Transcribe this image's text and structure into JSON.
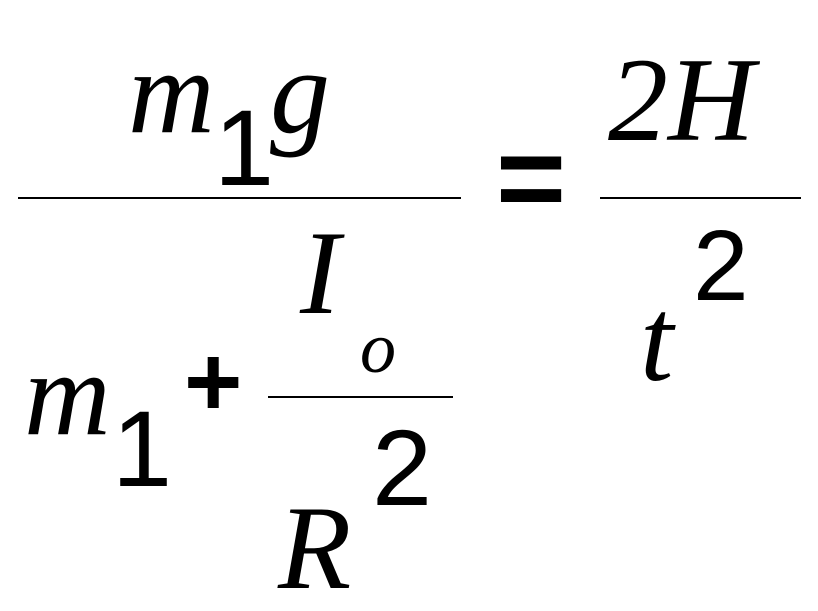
{
  "equation": {
    "left": {
      "numerator": {
        "m": "m",
        "m_sub": "1",
        "g": "g"
      },
      "denominator": {
        "m": "m",
        "m_sub": "1",
        "plus": "+",
        "inner_fraction": {
          "numerator": {
            "I": "I",
            "I_sub": "o"
          },
          "denominator": {
            "R": "R",
            "R_sup": "2"
          }
        }
      }
    },
    "equals": "=",
    "right": {
      "numerator": "2H",
      "denominator": {
        "t": "t",
        "t_sup": "2"
      }
    }
  }
}
